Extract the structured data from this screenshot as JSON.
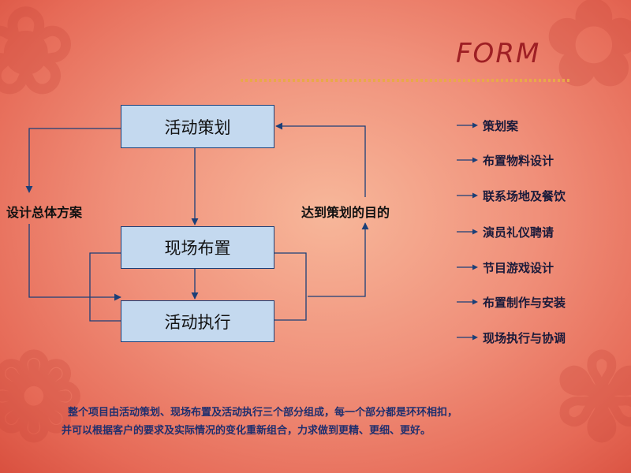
{
  "title": "FORM",
  "flow": {
    "boxes": {
      "planning": "活动策划",
      "layout": "现场布置",
      "execution": "活动执行"
    },
    "left_label": "设计总体方案",
    "right_label": "达到策划的目的"
  },
  "items": [
    "策划案",
    "布置物料设计",
    "联系场地及餐饮",
    "演员礼仪聘请",
    "节目游戏设计",
    "布置制作与安装",
    "现场执行与协调"
  ],
  "summary": [
    "整个项目由活动策划、现场布置及活动执行三个部分组成，每一个部分都是环环相扣，",
    "并可以根据客户的要求及实际情况的变化重新组合，力求做到更精、更细、更好。"
  ],
  "colors": {
    "background": "#f0907a",
    "title": "#9e1f24",
    "box_fill": "#c4d9ef",
    "box_border": "#1b3f78",
    "connector": "#1b3f78",
    "summary_text": "#1f2f6e"
  }
}
